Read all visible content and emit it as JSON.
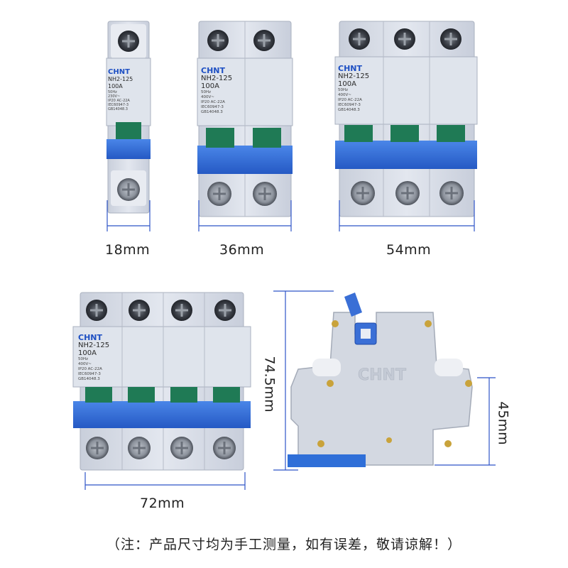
{
  "brand": "CHNT",
  "model": "NH2-125",
  "current": "100A",
  "spec_1p": [
    "50Hz",
    "230V~",
    "IP20  AC-22A",
    "IEC60947-3",
    "GB14048.3"
  ],
  "spec_mp": [
    "50Hz",
    "400V~",
    "IP20  AC-22A",
    "IEC60947-3",
    "GB14048.3"
  ],
  "dimensions": {
    "w1": "18mm",
    "w2": "36mm",
    "w3": "54mm",
    "w4": "72mm",
    "height": "74.5mm",
    "side": "45mm"
  },
  "note": "（注：产品尺寸均为手工测量，如有误差，敬请谅解！）",
  "colors": {
    "body": "#d9dee8",
    "blue": "#2f6fd8",
    "green": "#1f7a55",
    "dim_line": "#2f55c8"
  }
}
